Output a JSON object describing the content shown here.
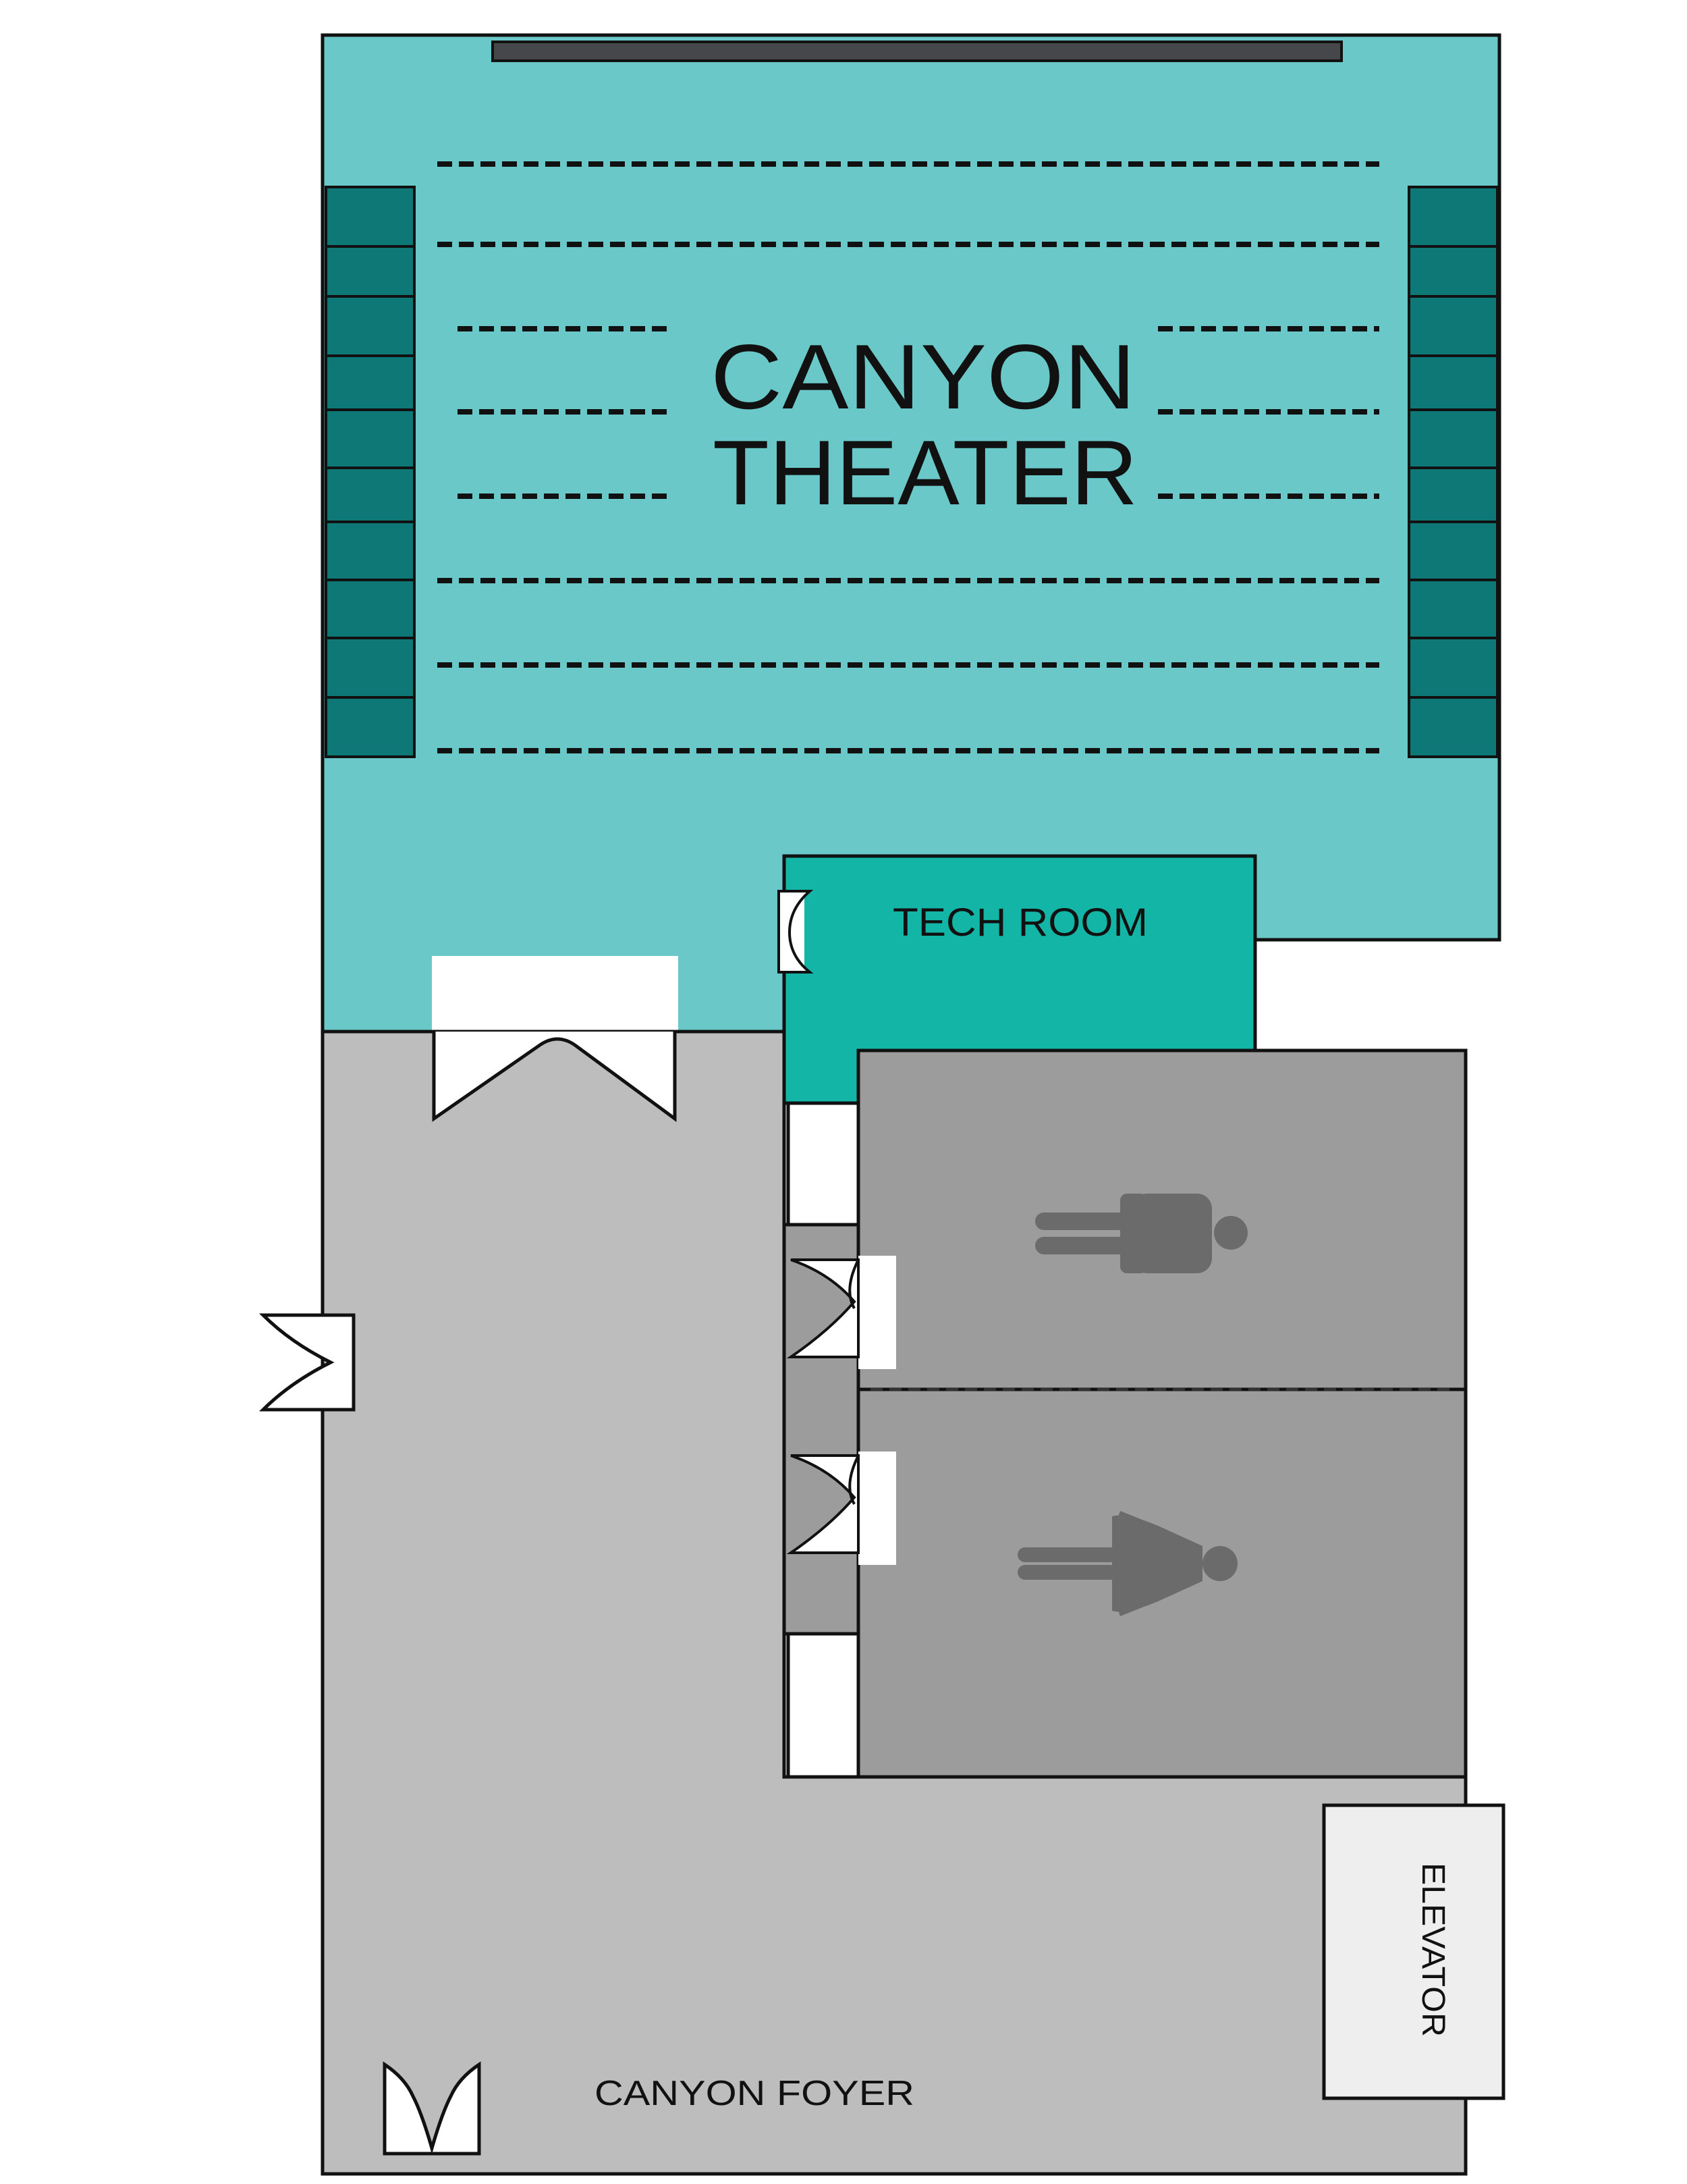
{
  "rooms": {
    "theater": {
      "name_line1": "CANYON",
      "name_line2": "THEATER"
    },
    "tech_room": {
      "name": "TECH ROOM"
    },
    "foyer": {
      "name": "CANYON FOYER"
    },
    "elevator": {
      "name": "ELEVATOR"
    }
  },
  "icons": {
    "mens_restroom": "man-icon",
    "womens_restroom": "woman-icon",
    "door": "door-swing-icon"
  },
  "colors": {
    "theater": "#6BC8C8",
    "tech_room": "#12B5A6",
    "side_seats": "#0E7876",
    "foyer": "#BDBDBD",
    "restrooms": "#9C9C9C",
    "stage": "#45474A",
    "restroom_icon": "#6B6B6B"
  }
}
